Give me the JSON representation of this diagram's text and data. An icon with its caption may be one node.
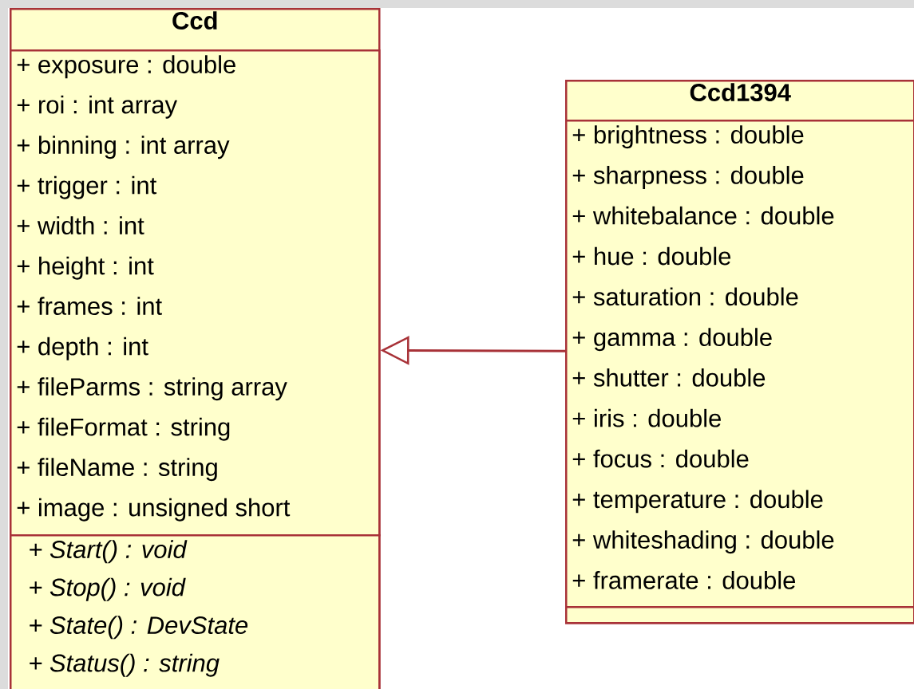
{
  "diagram": {
    "nodes": [
      {
        "text": [
          "Ccd"
        ]
      },
      {
        "text": [
          "+ exposure : double",
          "+ roi : int array",
          "+ binning : int array",
          "+ trigger : int",
          "+ width : int",
          "+ height : int",
          "+ frames : int",
          "+ depth : int",
          "+ fileParms : string array",
          "+ fileFormat : string",
          "+ fileName : string",
          "+ image : unsigned short"
        ],
        "in": 0
      },
      {
        "text": [
          "+ Start() : void",
          "+ Stop() : void",
          "+ State() : DevState",
          "+ Status() : string"
        ],
        "in": 0
      },
      {
        "text": [
          "Ccd1394"
        ]
      },
      {
        "text": [
          "+ brightness : double",
          "+ sharpness : double",
          "+ whitebalance : double",
          "+ hue : double",
          "+ saturation : double",
          "+ gamma : double",
          "+ shutter : double",
          "+ iris : double",
          "+ focus : double",
          "+ temperature : double",
          "+ whiteshading : double",
          "+ framerate : double"
        ],
        "in": 3
      },
      {
        "text": [],
        "shape": "box",
        "in": 3
      }
    ],
    "edges": [
      {
        "from": 3,
        "to": 0,
        "arrow": "to"
      }
    ]
  }
}
